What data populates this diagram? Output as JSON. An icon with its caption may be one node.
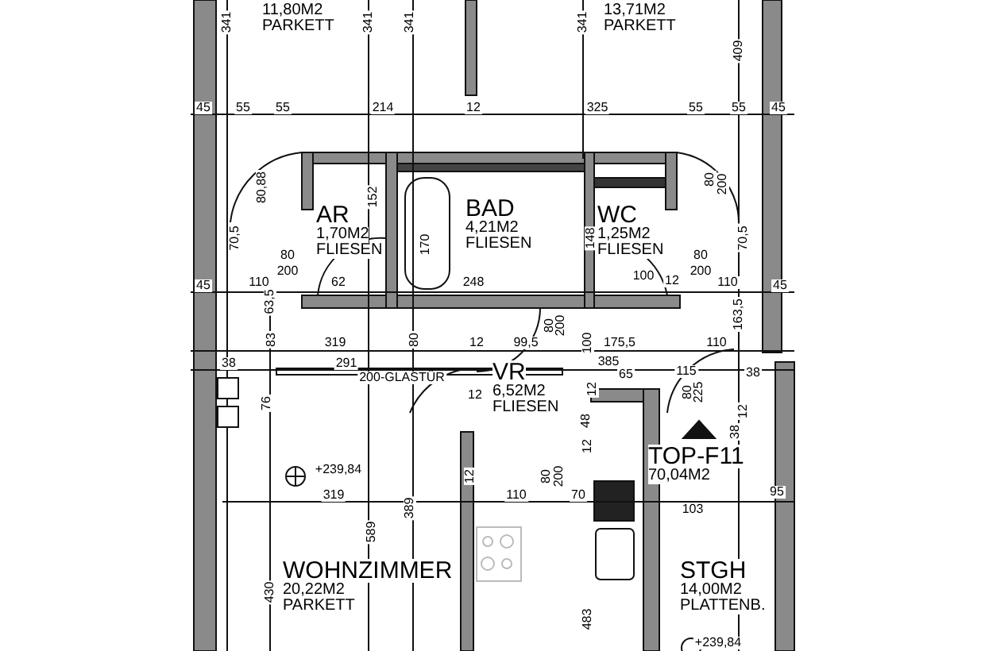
{
  "diagram": {
    "nodes": [
      {
        "text": [
          "11,80M2",
          "PARKETT"
        ]
      },
      {
        "text": [
          "13,71M2",
          "PARKETT"
        ]
      },
      {
        "text": [
          "AR",
          "1,70M2",
          "FLIESEN"
        ]
      },
      {
        "text": [
          "BAD",
          "4,21M2",
          "FLIESEN"
        ]
      },
      {
        "text": [
          "WC",
          "1,25M2",
          "FLIESEN"
        ]
      },
      {
        "text": [
          "VR",
          "6,52M2",
          "FLIESEN"
        ]
      },
      {
        "text": [
          "TOP-F11",
          "70,04M2"
        ]
      },
      {
        "text": [
          "WOHNZIMMER",
          "20,22M2",
          "PARKETT"
        ]
      },
      {
        "text": [
          "STGH",
          "14,00M2",
          "PLATTENB."
        ]
      }
    ],
    "labels": [
      "341",
      "341",
      "341",
      "341",
      "409",
      "45",
      "55",
      "55",
      "214",
      "12",
      "325",
      "55",
      "55",
      "45",
      "80,88",
      "80",
      "200",
      "70,5",
      "152",
      "170",
      "80",
      "148",
      "200",
      "80",
      "200",
      "110",
      "62",
      "248",
      "100",
      "12",
      "110",
      "70,5",
      "45",
      "45",
      "63,5",
      "83",
      "319",
      "80",
      "12",
      "99,5",
      "80",
      "200",
      "100",
      "175,5",
      "110",
      "163,5",
      "38",
      "291",
      "200-GLASTÜR",
      "385",
      "65",
      "115",
      "80",
      "225",
      "38",
      "12",
      "76",
      "12",
      "48",
      "12",
      "38",
      "12",
      "+239,84",
      "319",
      "12",
      "110",
      "80",
      "200",
      "70",
      "103",
      "95",
      "389",
      "589",
      "430",
      "483",
      "+239,84"
    ]
  }
}
